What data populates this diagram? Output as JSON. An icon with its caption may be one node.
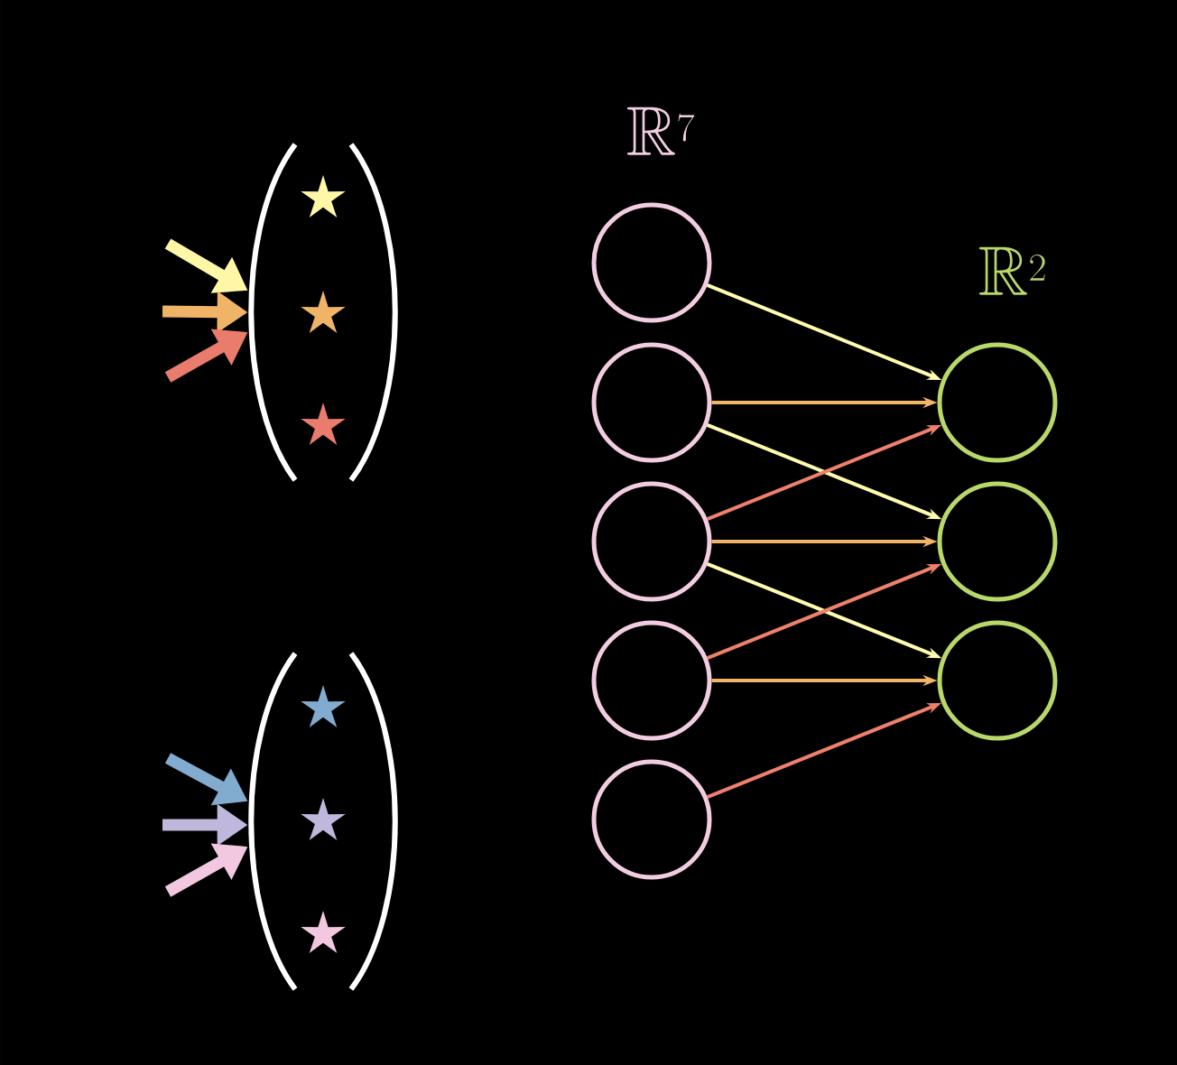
{
  "diagram": {
    "nodes": [
      {
        "text": [],
        "shape": "bracket"
      },
      {
        "text": [],
        "shape": "bracket"
      },
      {
        "text": [],
        "shape": "circle"
      },
      {
        "text": [],
        "shape": "circle"
      },
      {
        "text": [],
        "shape": "circle"
      },
      {
        "text": [],
        "shape": "circle"
      },
      {
        "text": [],
        "shape": "circle"
      },
      {
        "text": [],
        "shape": "circle"
      },
      {
        "text": [],
        "shape": "circle"
      },
      {
        "text": [],
        "shape": "circle"
      }
    ],
    "edges": [
      {
        "from": null,
        "to": 0,
        "arrow": "to",
        "style": "thick",
        "color": "#fff7a8"
      },
      {
        "from": null,
        "to": 0,
        "arrow": "to",
        "style": "thick",
        "color": "#f0b468"
      },
      {
        "from": null,
        "to": 0,
        "arrow": "to",
        "style": "thick",
        "color": "#e97c6c"
      },
      {
        "from": null,
        "to": 1,
        "arrow": "to",
        "style": "thick",
        "color": "#82abd0"
      },
      {
        "from": null,
        "to": 1,
        "arrow": "to",
        "style": "thick",
        "color": "#bfb8dc"
      },
      {
        "from": null,
        "to": 1,
        "arrow": "to",
        "style": "thick",
        "color": "#f2c8e0"
      },
      {
        "from": 2,
        "to": 7,
        "arrow": "to",
        "color": "#fffcb0"
      },
      {
        "from": 3,
        "to": 7,
        "arrow": "to",
        "color": "#f2b466"
      },
      {
        "from": 3,
        "to": 8,
        "arrow": "to",
        "color": "#fffcb0"
      },
      {
        "from": 4,
        "to": 7,
        "arrow": "to",
        "color": "#ee806c"
      },
      {
        "from": 4,
        "to": 8,
        "arrow": "to",
        "color": "#f2b466"
      },
      {
        "from": 4,
        "to": 9,
        "arrow": "to",
        "color": "#fffcb0"
      },
      {
        "from": 5,
        "to": 8,
        "arrow": "to",
        "color": "#ee806c"
      },
      {
        "from": 5,
        "to": 9,
        "arrow": "to",
        "color": "#f2b466"
      },
      {
        "from": 6,
        "to": 9,
        "arrow": "to",
        "color": "#ee806c"
      }
    ],
    "labels": [
      "\\mathbb{R}^{7}",
      "\\mathbb{R}^{2}"
    ]
  }
}
